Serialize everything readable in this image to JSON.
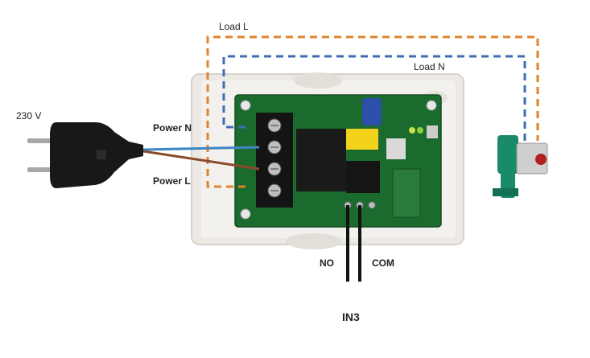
{
  "labels": {
    "load_l": "Load L",
    "load_n": "Load N",
    "voltage": "230 V",
    "power_n": "Power N",
    "power_l": "Power L",
    "no": "NO",
    "com": "COM",
    "input": "IN3"
  },
  "colors": {
    "load_l_wire": "#e0832a",
    "load_n_wire": "#3f6db5",
    "power_n_wire": "#3d86c6",
    "power_l_wire": "#8b4a2b",
    "input_wires": "#111111",
    "pcb": "#1c6b2e",
    "enclosure": "#ece9e4",
    "relay": "#1a1a1a",
    "pump": "#1a8a6a"
  },
  "icons": [
    "power-plug-icon",
    "relay-board-image",
    "circulator-pump-icon"
  ]
}
